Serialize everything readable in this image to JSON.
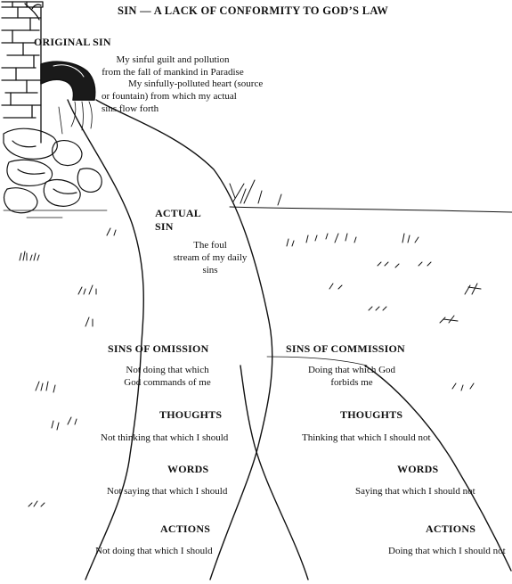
{
  "title": "SIN — A LACK OF CONFORMITY TO GOD’S LAW",
  "original_sin": {
    "heading": "ORIGINAL SIN",
    "line1a": "My sinful guilt and pollution",
    "line1b": "from the fall of mankind in Paradise",
    "line2a": "My sinfully-polluted heart (source",
    "line2b": "or fountain) from which my actual",
    "line2c": "sins flow forth"
  },
  "actual_sin": {
    "heading1": "ACTUAL",
    "heading2": "SIN",
    "desc1": "The foul",
    "desc2": "stream of my daily",
    "desc3": "sins"
  },
  "omission": {
    "heading": "SINS OF OMISSION",
    "desc1": "Not doing that which",
    "desc2": "God commands of me",
    "thoughts_label": "THOUGHTS",
    "thoughts_text": "Not thinking that which I should",
    "words_label": "WORDS",
    "words_text": "Not saying that which I should",
    "actions_label": "ACTIONS",
    "actions_text": "Not doing that which I should"
  },
  "commission": {
    "heading": "SINS OF COMMISSION",
    "desc1": "Doing that which God",
    "desc2": "forbids me",
    "thoughts_label": "THOUGHTS",
    "thoughts_text": "Thinking that which I should not",
    "words_label": "WORDS",
    "words_text": "Saying that which I should not",
    "actions_label": "ACTIONS",
    "actions_text": "Doing that which I should not"
  }
}
